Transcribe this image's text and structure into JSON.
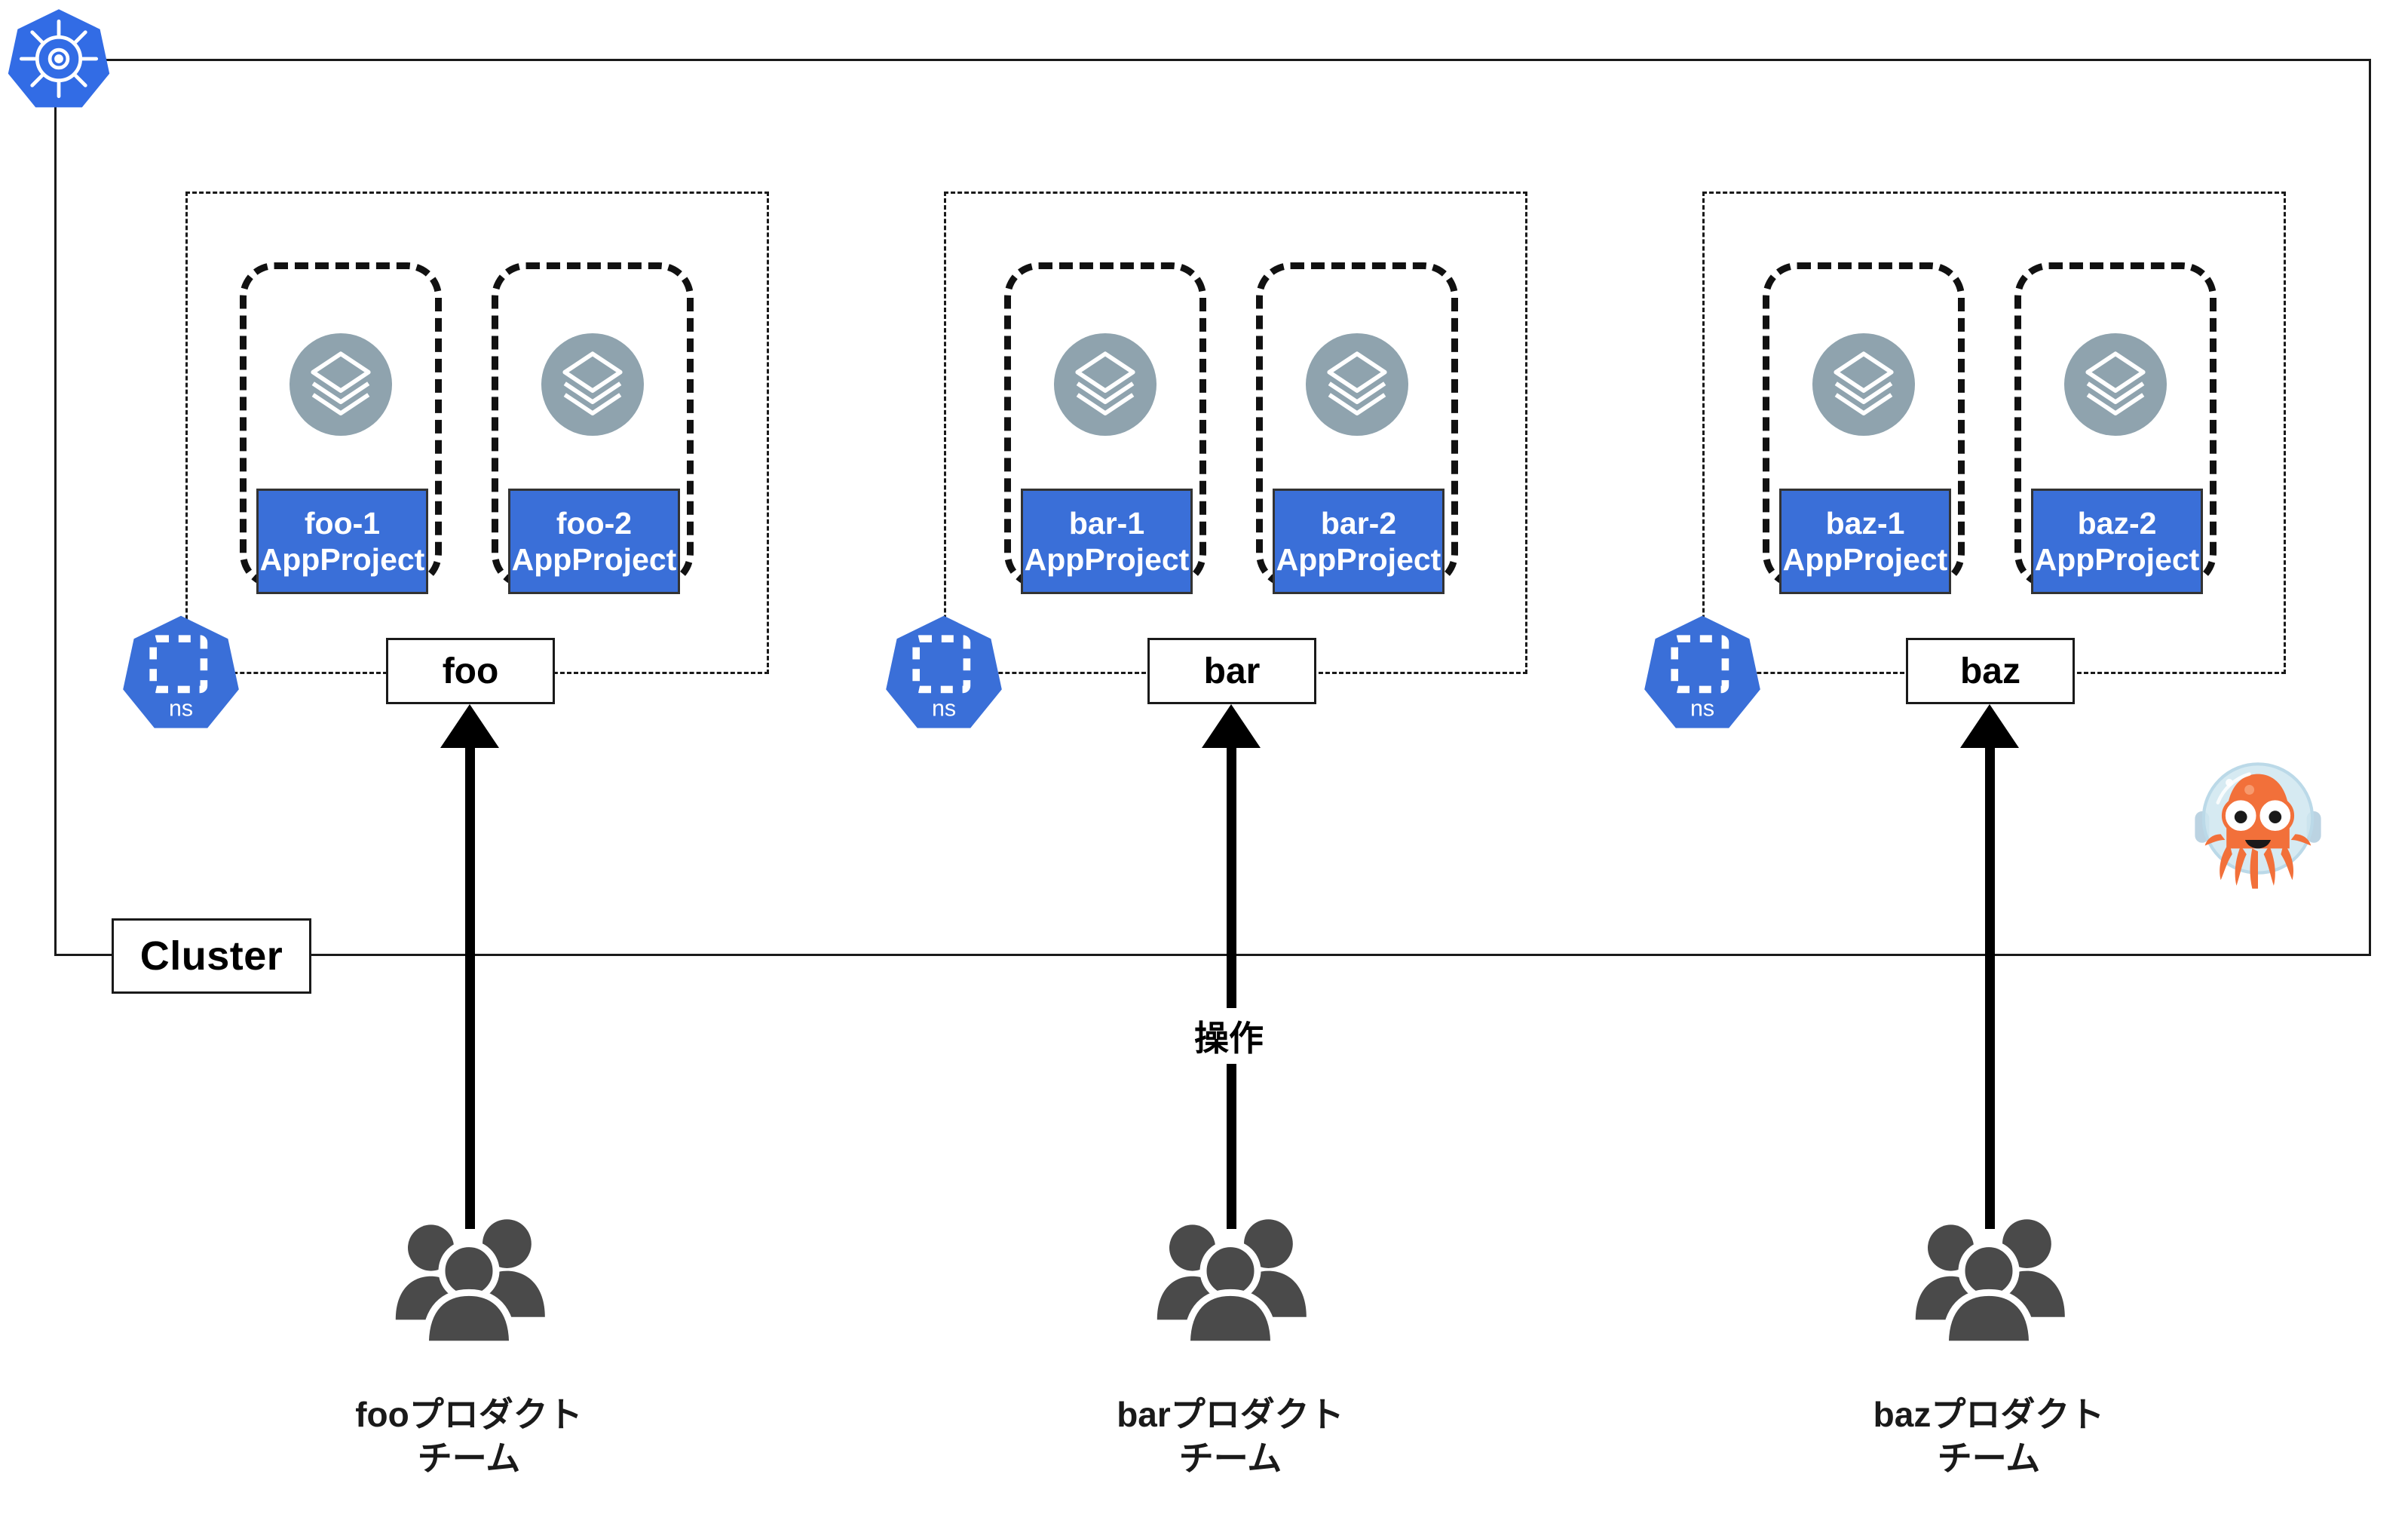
{
  "diagram": {
    "cluster": {
      "label": "Cluster",
      "logo_icon": "kubernetes-icon",
      "border_color": "#1a1a1a"
    },
    "colors": {
      "appproject_fill": "#3A6FD8",
      "appproject_text": "#ffffff",
      "app_icon_circle": "#8FA3AE",
      "namespace_badge": "#3A6FD8",
      "team_icon": "#4A4A4A",
      "line": "#1a1a1a",
      "mascot_body": "#F2703A",
      "mascot_helmet": "#CFE3EE"
    },
    "namespaces": [
      {
        "name": "foo",
        "badge_label": "ns",
        "badge_icon": "namespace-icon",
        "apps": [
          {
            "icon": "layers-icon",
            "project_line1": "foo-1",
            "project_line2": "AppProject"
          },
          {
            "icon": "layers-icon",
            "project_line1": "foo-2",
            "project_line2": "AppProject"
          }
        ],
        "team": {
          "icon": "people-group-icon",
          "label_line1": "fooプロダクト",
          "label_line2": "チーム"
        },
        "arrow_label": ""
      },
      {
        "name": "bar",
        "badge_label": "ns",
        "badge_icon": "namespace-icon",
        "apps": [
          {
            "icon": "layers-icon",
            "project_line1": "bar-1",
            "project_line2": "AppProject"
          },
          {
            "icon": "layers-icon",
            "project_line1": "bar-2",
            "project_line2": "AppProject"
          }
        ],
        "team": {
          "icon": "people-group-icon",
          "label_line1": "barプロダクト",
          "label_line2": "チーム"
        },
        "arrow_label": "操作"
      },
      {
        "name": "baz",
        "badge_label": "ns",
        "badge_icon": "namespace-icon",
        "apps": [
          {
            "icon": "layers-icon",
            "project_line1": "baz-1",
            "project_line2": "AppProject"
          },
          {
            "icon": "layers-icon",
            "project_line1": "baz-2",
            "project_line2": "AppProject"
          }
        ],
        "team": {
          "icon": "people-group-icon",
          "label_line1": "bazプロダクト",
          "label_line2": "チーム"
        },
        "arrow_label": ""
      }
    ],
    "mascot": {
      "icon": "argocd-octopus-icon"
    }
  }
}
